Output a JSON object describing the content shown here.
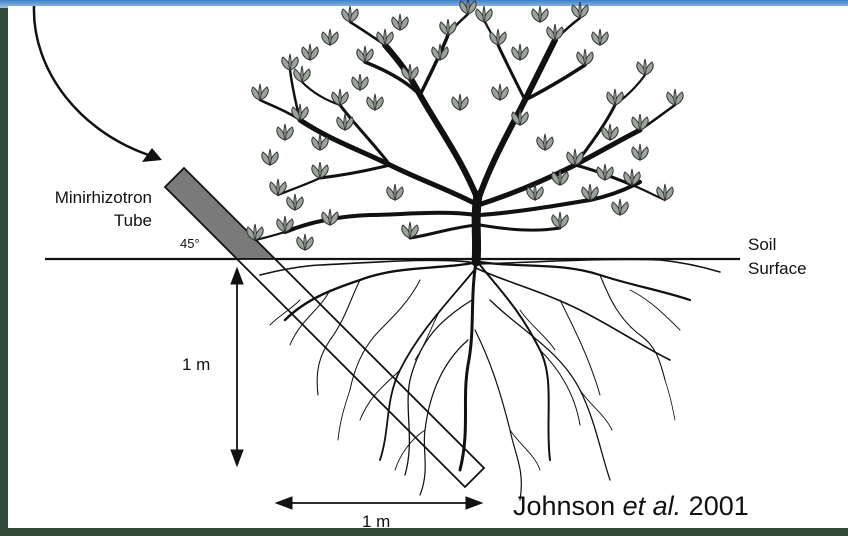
{
  "labels": {
    "tube": [
      "Minirhizotron",
      "Tube"
    ],
    "angle": "45°",
    "soil": [
      "Soil",
      "Surface"
    ],
    "depth": "1 m",
    "width": "1 m"
  },
  "citation": {
    "authors": "Johnson",
    "etal": "et al.",
    "year": "2001"
  },
  "colors": {
    "frame_top": "#2f6db3",
    "panel": "#ffffff",
    "ink": "#111111",
    "tube_fill": "#7a7a7a",
    "leaf": "#9aa59a"
  }
}
